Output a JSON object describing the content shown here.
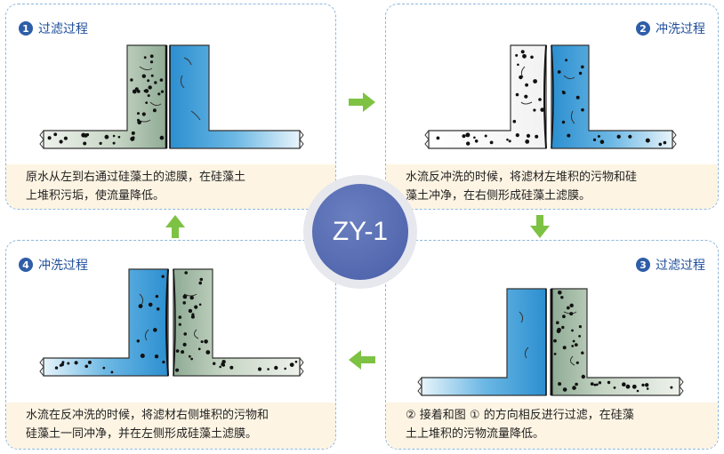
{
  "center_label": "ZY-1",
  "panels": [
    {
      "number": "1",
      "title": "过滤过程",
      "caption_line1": "原水从左到右通过硅藻土的滤膜，在硅藻土",
      "caption_line2": "上堆积污垢，使流量降低。"
    },
    {
      "number": "2",
      "title": "冲洗过程",
      "caption_line1": "水流反冲洗的时候，将滤材左堆积的污物和硅",
      "caption_line2": "藻土冲净，在右侧形成硅藻土滤膜。"
    },
    {
      "number": "3",
      "title": "过滤过程",
      "caption_line1": "② 接着和图 ① 的方向相反进行过滤，在硅藻",
      "caption_line2": "土上堆积的污物流量降低。"
    },
    {
      "number": "4",
      "title": "冲洗过程",
      "caption_line1": "水流在反冲洗的时候，将滤材右侧堆积的污物和",
      "caption_line2": "硅藻土一同冲净，并在左侧形成硅藻土滤膜。"
    }
  ],
  "colors": {
    "dirty": "#9fbaa3",
    "clean": "#3a9bd5",
    "arrow": "#7dc242",
    "border": "#8fb8dc",
    "caption_bg": "#fdf4e3",
    "title": "#1f4e9a"
  }
}
